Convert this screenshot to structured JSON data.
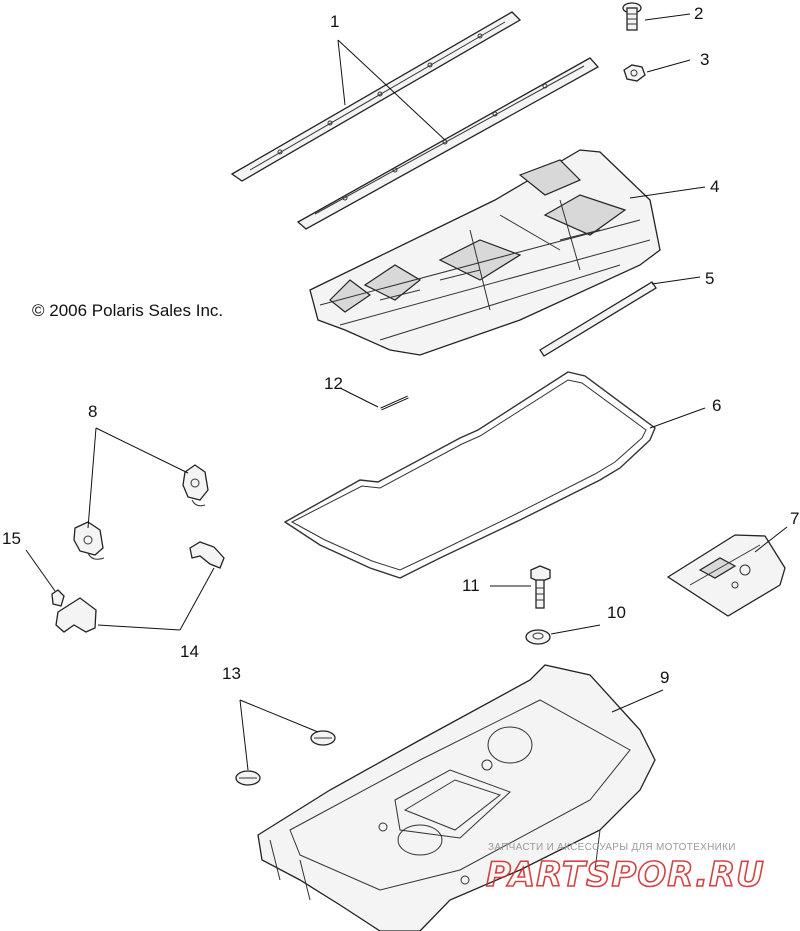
{
  "copyright": "© 2006 Polaris Sales Inc.",
  "watermark": {
    "tagline": "ЗАПЧАСТИ И АКСЕССУАРЫ ДЛЯ МОТОТЕХНИКИ",
    "brand": "PARTSPOR.RU"
  },
  "callouts": [
    "1",
    "2",
    "3",
    "4",
    "5",
    "6",
    "7",
    "8",
    "9",
    "10",
    "11",
    "12",
    "13",
    "14",
    "15"
  ]
}
